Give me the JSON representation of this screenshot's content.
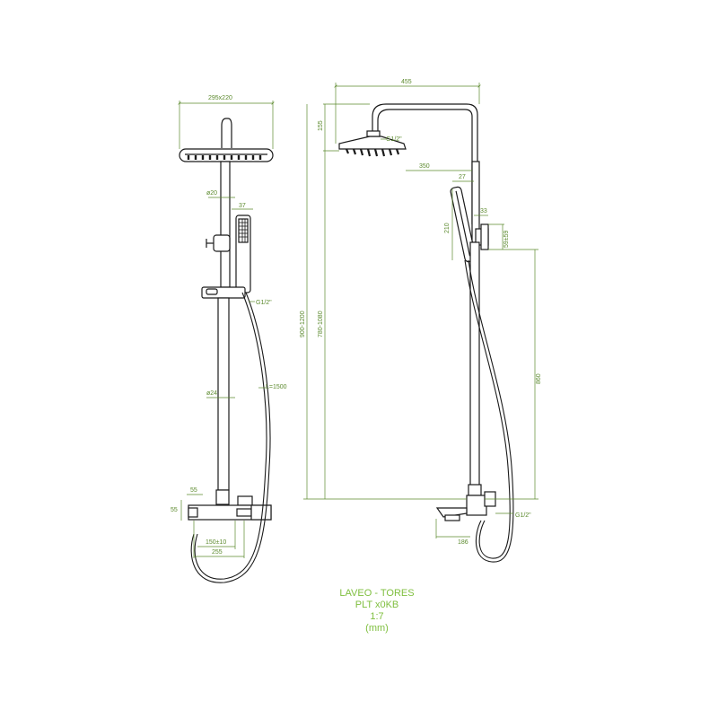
{
  "colors": {
    "dimension": "#5c8a2e",
    "caption": "#7fbf3f",
    "outline": "#1a1a1a"
  },
  "front_view": {
    "head_size": "295x220",
    "arm_diameter": "ø20",
    "hand_shower_width": "37",
    "connection_mid": "G1/2\"",
    "bar_diameter": "ø24",
    "hose_length": "L=1500",
    "body_width": "55",
    "body_height": "55",
    "inlet_spacing": "150±10",
    "body_length": "255"
  },
  "side_view": {
    "arm_reach_top": "455",
    "head_height": "155",
    "head_connection": "G1/2\"",
    "arm_reach": "350",
    "total_height": "900-1200",
    "adjustable_height": "780-1080",
    "hand_shower_depth": "27",
    "hand_shower_length": "210",
    "holder_offset": "33",
    "holder_height": "59±59",
    "holder_to_body": "860",
    "inlet_connection": "G1/2\"",
    "spout_projection": "186"
  },
  "caption": {
    "line1": "LAVEO - TORES",
    "line2": "PLT x0KB",
    "line3": "1:7",
    "line4": "(mm)"
  }
}
